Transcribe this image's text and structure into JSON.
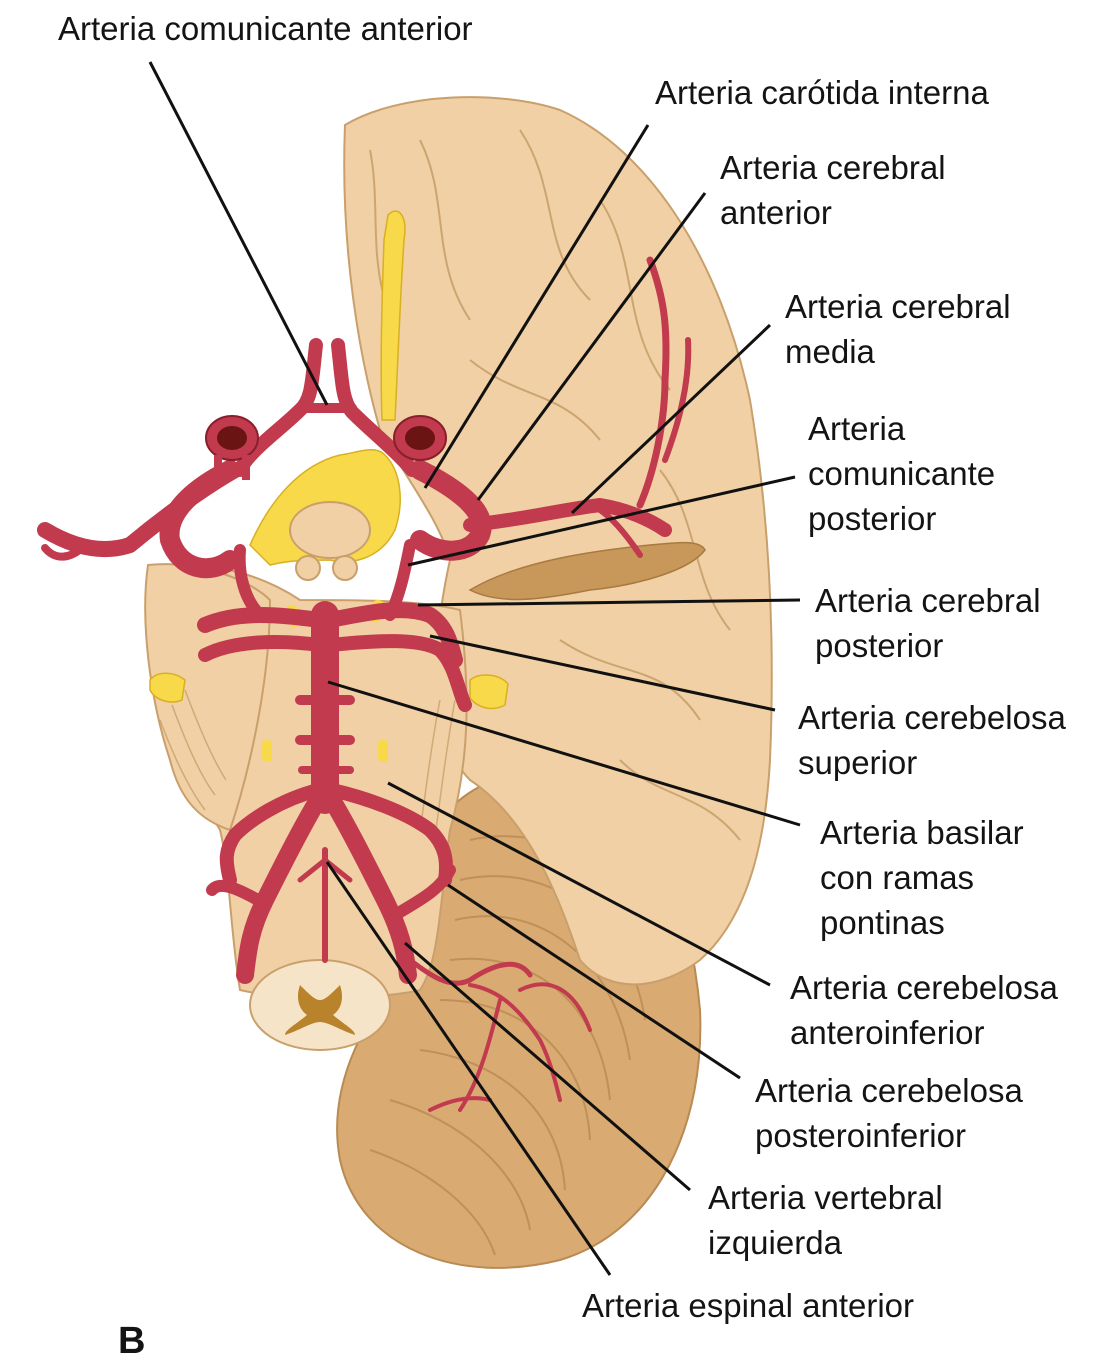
{
  "panel_letter": "B",
  "colors": {
    "artery": "#c23a4e",
    "artery_dark": "#8a1e2c",
    "brain": "#f0d0a4",
    "brain_outline": "#c9a06c",
    "cerebellum": "#d9aa72",
    "nerve": "#f8d94a",
    "leader": "#111111"
  },
  "labels": {
    "acom": {
      "lines": [
        "Arteria comunicante anterior"
      ]
    },
    "ica": {
      "lines": [
        "Arteria carótida interna"
      ]
    },
    "aca": {
      "lines": [
        "Arteria cerebral",
        "anterior"
      ]
    },
    "mca": {
      "lines": [
        "Arteria cerebral",
        "media"
      ]
    },
    "pcom": {
      "lines": [
        "Arteria",
        "comunicante",
        "posterior"
      ]
    },
    "pca": {
      "lines": [
        "Arteria cerebral",
        "posterior"
      ]
    },
    "sca": {
      "lines": [
        "Arteria cerebelosa",
        "superior"
      ]
    },
    "basilar": {
      "lines": [
        "Arteria basilar",
        "con ramas",
        "pontinas"
      ]
    },
    "aica": {
      "lines": [
        "Arteria cerebelosa",
        "anteroinferior"
      ]
    },
    "pica": {
      "lines": [
        "Arteria cerebelosa",
        "posteroinferior"
      ]
    },
    "vertebral": {
      "lines": [
        "Arteria vertebral",
        "izquierda"
      ]
    },
    "spinal": {
      "lines": [
        "Arteria espinal anterior"
      ]
    }
  }
}
